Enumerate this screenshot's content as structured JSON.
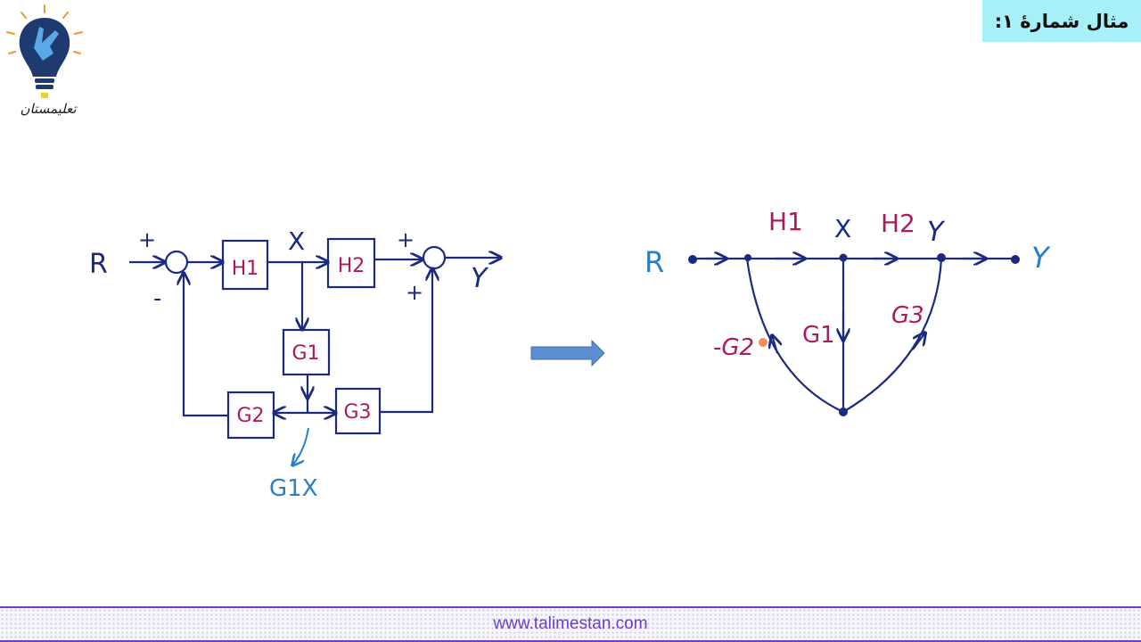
{
  "header": {
    "title": "مثال شمارهٔ ۱:"
  },
  "logo": {
    "text": "تعلیمستان"
  },
  "block_diagram": {
    "input": "R",
    "output": "Y",
    "node_x": "X",
    "sign_sum1_top": "+",
    "sign_sum1_bottom": "-",
    "sign_sum2_top": "+",
    "sign_sum2_bottom": "+",
    "blocks": {
      "h1": "H1",
      "h2": "H2",
      "g1": "G1",
      "g2": "G2",
      "g3": "G3"
    },
    "annotation": "G1X"
  },
  "signal_flow_graph": {
    "input": "R",
    "output": "Y",
    "node_x": "X",
    "node_y": "Y",
    "branches": {
      "h1": "H1",
      "h2": "H2",
      "g1": "G1",
      "g2": "-G2",
      "g3": "G3"
    }
  },
  "colors": {
    "navy": "#1b2a80",
    "magenta": "#b0185e",
    "blue": "#2a7fc4",
    "arrow": "#5b8fd0",
    "footer": "#6a3fc4",
    "badge": "#a8f0f8"
  },
  "footer": {
    "url": "www.talimestan.com"
  }
}
